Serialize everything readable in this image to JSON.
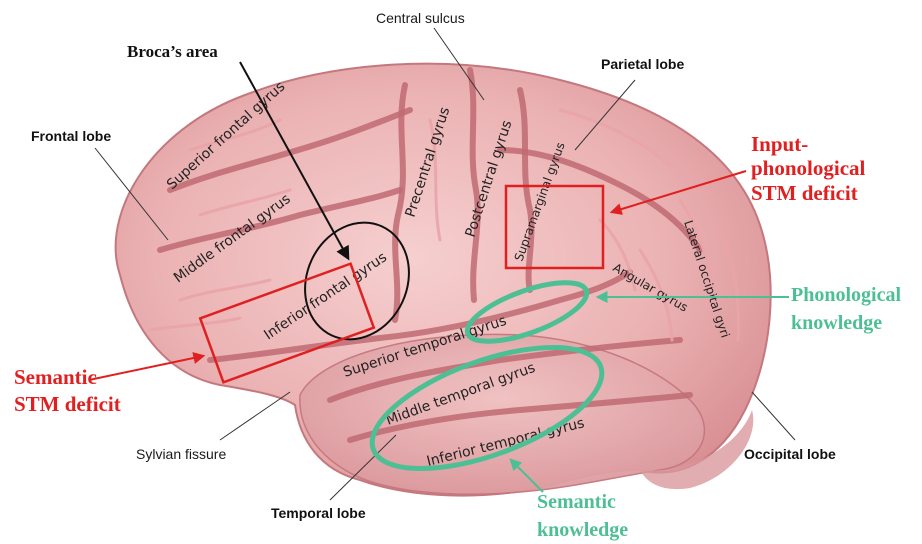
{
  "labels": {
    "central_sulcus": "Central sulcus",
    "brocas_area": "Broca’s area",
    "parietal_lobe": "Parietal lobe",
    "frontal_lobe": "Frontal lobe",
    "sylvian_fissure": "Sylvian fissure",
    "temporal_lobe": "Temporal lobe",
    "occipital_lobe": "Occipital lobe"
  },
  "gyri": {
    "superior_frontal": "Superior frontal gyrus",
    "middle_frontal": "Middle frontal gyrus",
    "inferior_frontal": "Inferior frontal gyrus",
    "precentral": "Precentral gyrus",
    "postcentral": "Postcentral gyrus",
    "supramarginal": "Supramarginal gyrus",
    "angular": "Angular gyrus",
    "lateral_occipital": "Lateral occipital gyri",
    "superior_temporal": "Superior temporal gyrus",
    "middle_temporal": "Middle temporal gyrus",
    "inferior_temporal": "Inferior temporal gyrus"
  },
  "annotations": {
    "input_phono": [
      "Input-",
      "phonological",
      "STM deficit"
    ],
    "semantic_stm": [
      "Semantic",
      "STM deficit"
    ],
    "phono_knowledge": [
      "Phonological",
      "knowledge"
    ],
    "semantic_knowledge": [
      "Semantic",
      "knowledge"
    ]
  },
  "colors": {
    "deficit_red": "#e02020",
    "knowledge_teal": "#4dbf94",
    "brain_fill": "#eab3b3",
    "sulcus": "#c06a72"
  }
}
